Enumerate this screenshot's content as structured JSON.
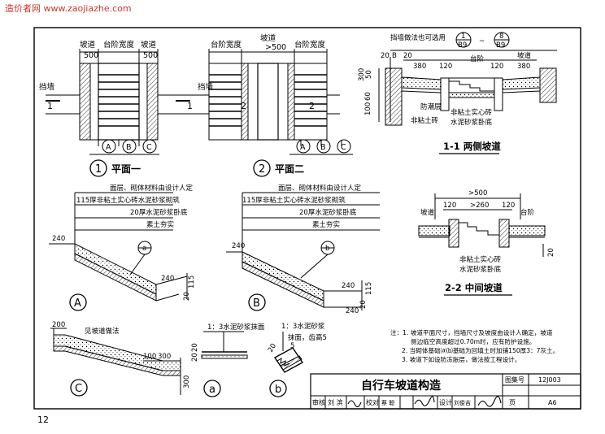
{
  "watermark": "造价者网 www.zaojiazhe.com",
  "page_number": "12",
  "plan1": {
    "dims": [
      "坡道",
      "台阶宽度",
      "坡道"
    ],
    "dims2": [
      "500",
      "500"
    ],
    "wall_label": "挡墙",
    "section_mark": "1",
    "circles": [
      "A",
      "B",
      "C"
    ],
    "view_no": "1",
    "view_title": "平面一"
  },
  "plan2": {
    "dims": [
      "台阶宽度",
      "坡道",
      "台阶宽度"
    ],
    "dim_gt": ">500",
    "wall_label": "挡墙",
    "section_mark": "2",
    "circles": [
      "A",
      "B",
      "C"
    ],
    "view_no": "2",
    "view_title": "平面二"
  },
  "sec11": {
    "note_top": "挡墙做法也可选用",
    "ref1_top": "1",
    "ref1_bot": "B9",
    "tilde": "~",
    "ref2_top": "8",
    "ref2_bot": "B9",
    "dims": [
      "20",
      "B",
      "20",
      "380",
      "120",
      "120",
      "坡道",
      "380"
    ],
    "step_label": "台阶",
    "vertical_dims": [
      "300",
      "50",
      "100",
      "60"
    ],
    "labels": [
      "防潮层",
      "非粘土实心砖",
      "非粘土砖",
      "水泥砂浆卧底"
    ],
    "title": "1-1 两侧坡道"
  },
  "sec22": {
    "dim_top": ">500",
    "dims": [
      "120",
      ">260",
      "120"
    ],
    "ramp_label": "坡道",
    "step_label": "台阶",
    "labels": [
      "非粘土实心砖",
      "水泥砂浆卧底"
    ],
    "right_dim": "20",
    "title": "2-2 中间坡道"
  },
  "detailA": {
    "layers": [
      "面层、砌体材料由设计人定",
      "115厚非粘土实心砖水泥砂浆砌筑",
      "20厚水泥砂浆卧底",
      "素土夯实"
    ],
    "dims": [
      "240",
      "240",
      "115",
      "20"
    ],
    "callout": "a",
    "letter": "A"
  },
  "detailB": {
    "layers": [
      "面层、砌体材料由设计人定",
      "115厚非粘土实心砖水泥砂浆砌筑",
      "20厚水泥砂浆卧底",
      "素土夯实"
    ],
    "dims": [
      "240",
      "240",
      "115",
      "20",
      "240"
    ],
    "callout": "b",
    "letter": "B"
  },
  "detailC": {
    "label": "见坡道做法",
    "dims": [
      "200",
      "100",
      "300",
      "300"
    ],
    "letter": "C"
  },
  "detail_a": {
    "label": "1：3水泥砂浆抹面",
    "dims": [
      "20",
      "20"
    ],
    "letter": "a"
  },
  "detail_b": {
    "label1": "1：3水泥砂浆",
    "label2": "抹面，齿高5",
    "dims": [
      "5",
      "20"
    ],
    "letter": "b"
  },
  "notes": [
    "注：1. 坡道平面尺寸，挡墙尺寸及坡度由设计人确定，坡道",
    "侧边临空高度超过0.70m时，应有防护设施。",
    "2. 当砌体基础⒜⒝基础为回填土时加铺150厚3：7灰土。",
    "3. 坡道下如设防冻胀层，做法按工程设计。"
  ],
  "title_block": {
    "title": "自行车坡道构造",
    "atlas_label": "图集号",
    "atlas_value": "12J003",
    "page_label": "页",
    "page_value": "A6",
    "row": [
      "审核",
      "刘 滨",
      "校对",
      "蔡 聪",
      "设计",
      "刘俊吉"
    ]
  }
}
